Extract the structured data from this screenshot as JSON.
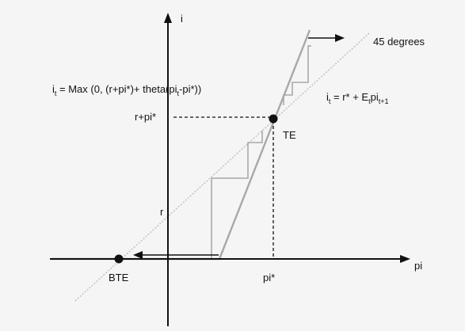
{
  "axes": {
    "y_label": "i",
    "x_label": "pi"
  },
  "annotations": {
    "angle_label": "45 degrees",
    "rule_label": {
      "i": "i",
      "t_sub": "t",
      "rest_1": " = Max (0, (r+pi*)+ theta(pi",
      "t_sub_2": "t",
      "rest_2": "-pi*))"
    },
    "fisher_label": {
      "i": "i",
      "t_sub": "t",
      "rest_1": " = r* + E",
      "t_sub_2": "t",
      "rest_2": "pi",
      "t1_sub": "t+1"
    },
    "y_tick_target": "r+pi*",
    "y_tick_r": "r",
    "x_tick_target": "pi*",
    "te_label": "TE",
    "bte_label": "BTE"
  },
  "colors": {
    "background": "#f5f5f5",
    "axis": "#111111",
    "curve": "#a8a8a8",
    "reference_line": "#c4c4c4",
    "marker": "#111111"
  }
}
